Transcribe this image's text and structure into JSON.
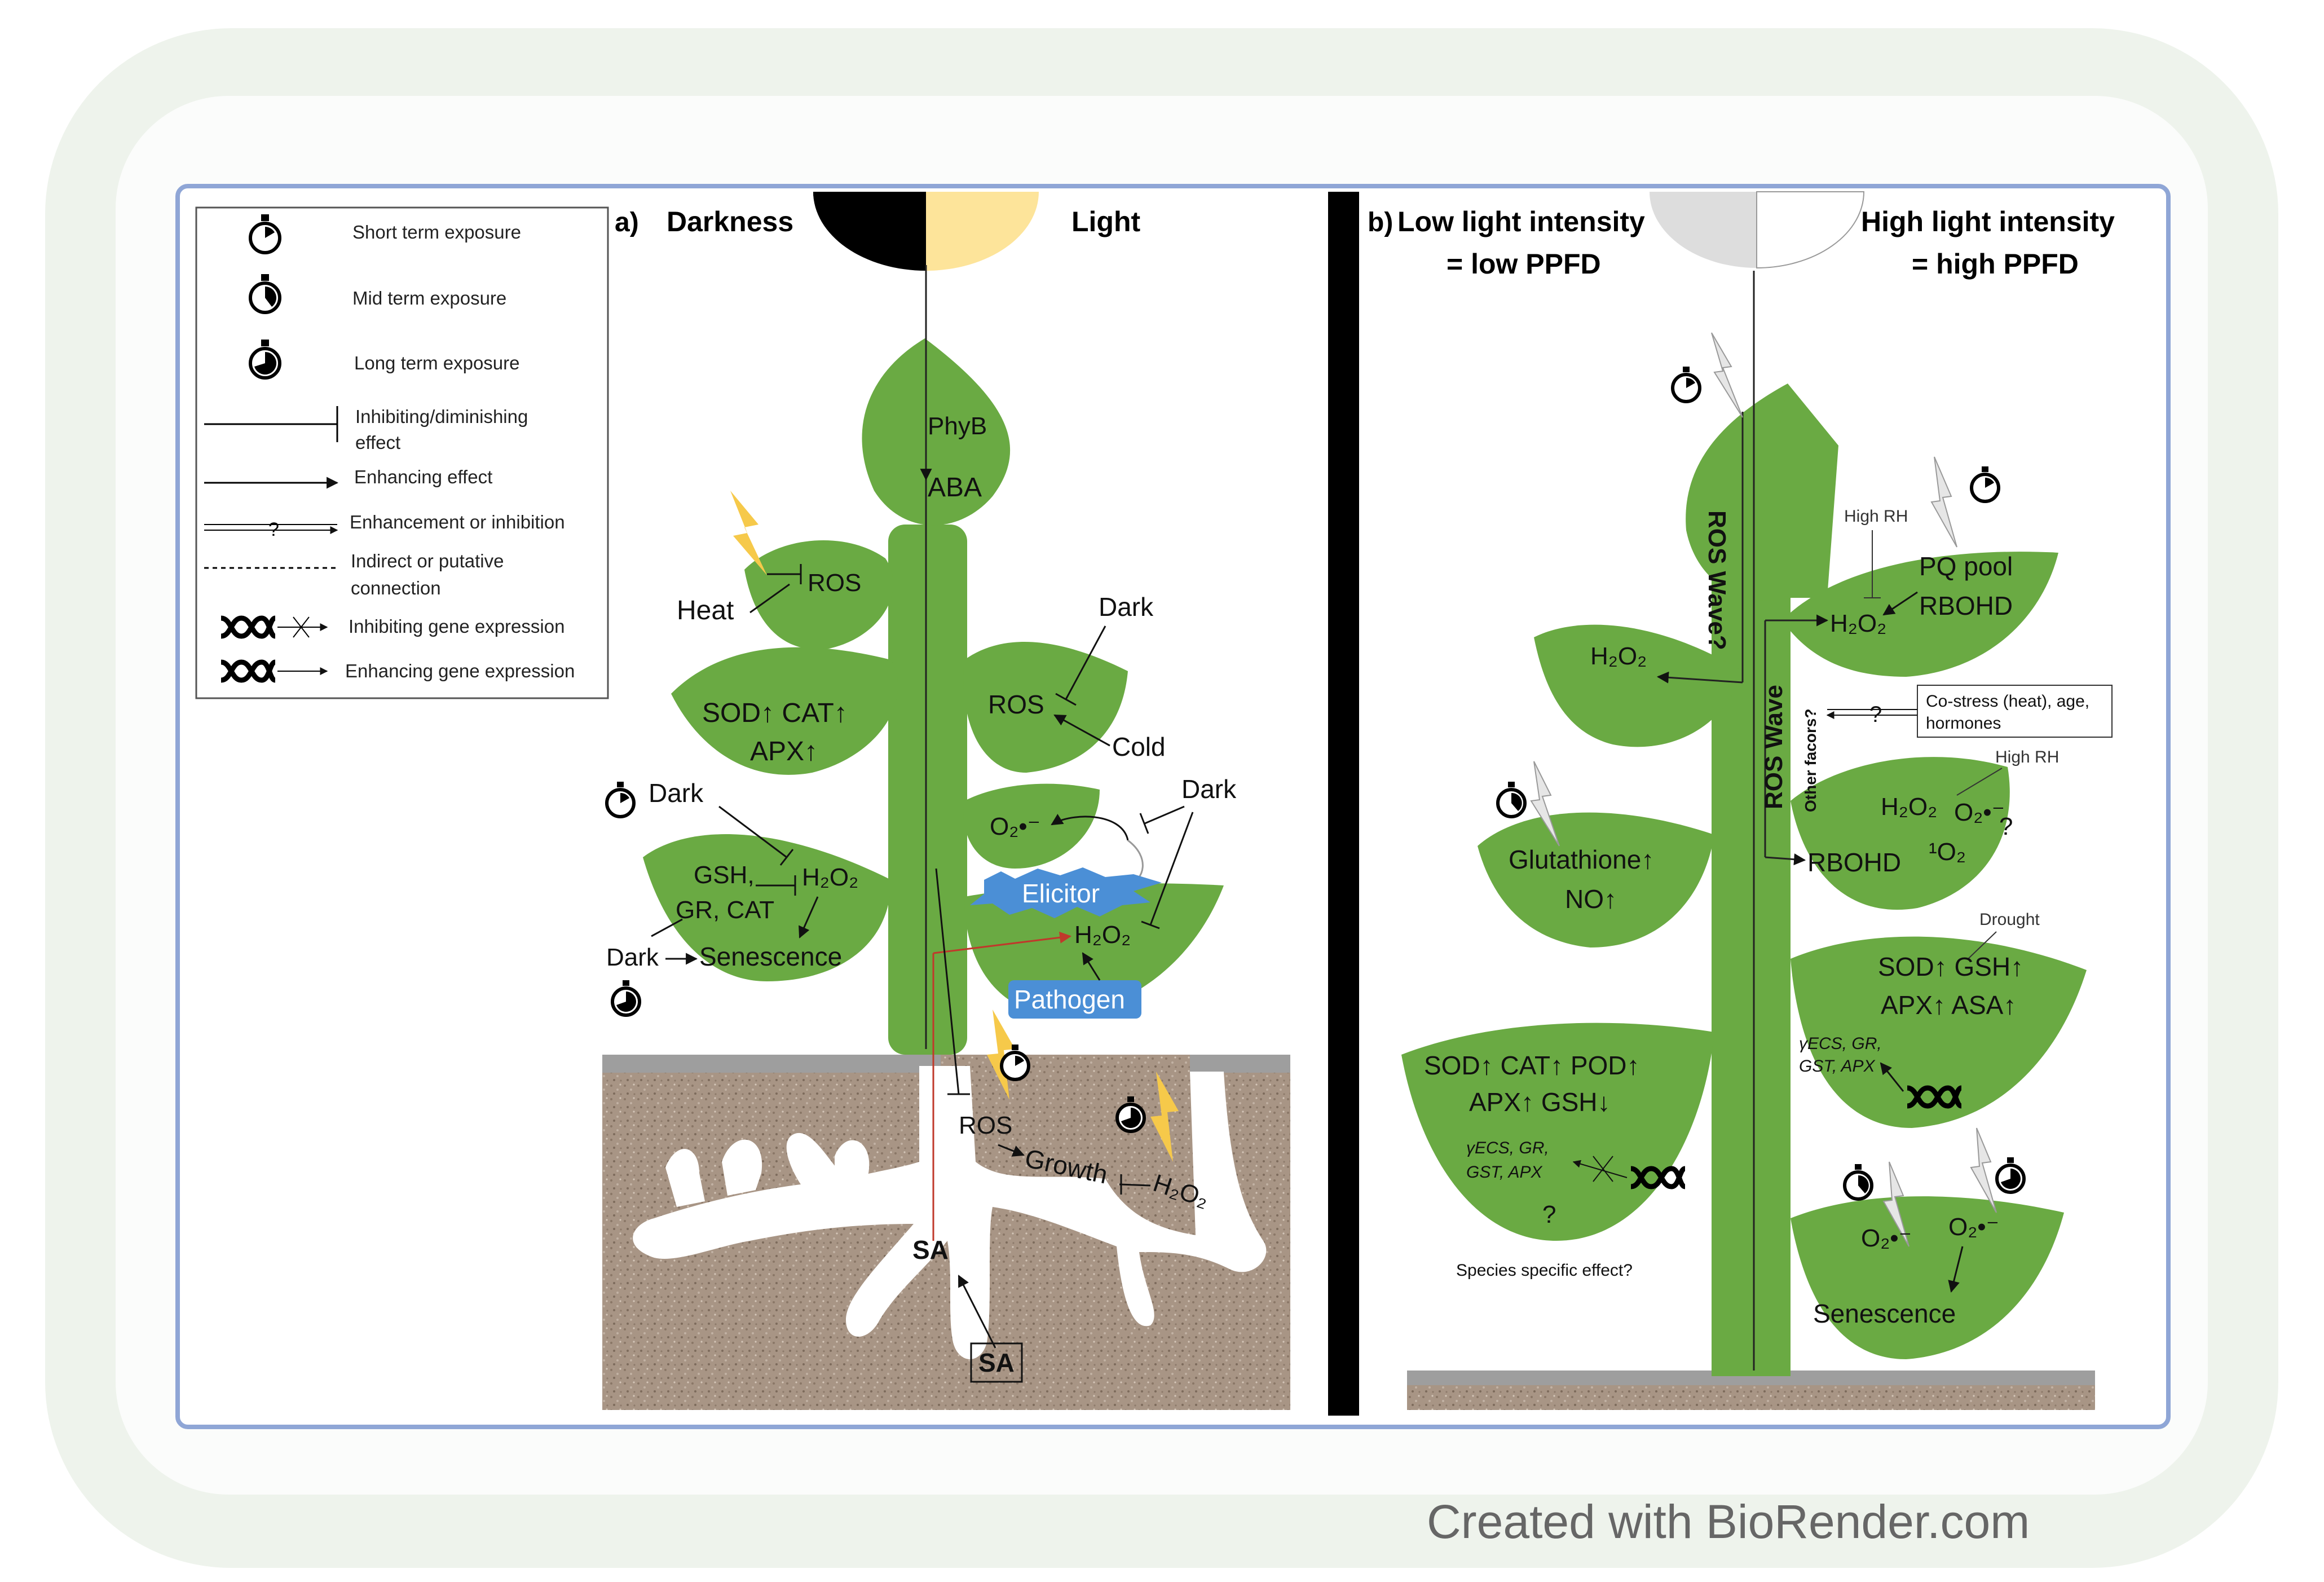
{
  "legend": {
    "items": [
      {
        "icon": "stopwatch-short-icon",
        "label": "Short term exposure"
      },
      {
        "icon": "stopwatch-mid-icon",
        "label": "Mid term exposure"
      },
      {
        "icon": "stopwatch-long-icon",
        "label": "Long term exposure"
      },
      {
        "icon": "inhibit-line-icon",
        "label": "Inhibiting/diminishing",
        "label2": "effect"
      },
      {
        "icon": "arrow-line-icon",
        "label": "Enhancing effect"
      },
      {
        "icon": "question-line-icon",
        "label": "Enhancement or inhibition"
      },
      {
        "icon": "dashed-line-icon",
        "label": "Indirect or putative",
        "label2": "connection"
      },
      {
        "icon": "dna-inhibit-icon",
        "label": "Inhibiting gene expression"
      },
      {
        "icon": "dna-enhance-icon",
        "label": "Enhancing gene expression"
      }
    ]
  },
  "panel_a": {
    "label": "a)",
    "dark_title": "Darkness",
    "light_title": "Light",
    "labels": {
      "phyb": "PhyB",
      "aba": "ABA",
      "ros_top": "ROS",
      "heat": "Heat",
      "dark_upper": "Dark",
      "sod_cat": "SOD↑ CAT↑",
      "apx": "APX↑",
      "ros_mid": "ROS",
      "cold": "Cold",
      "dark_mid": "Dark",
      "superoxide": "O₂•⁻",
      "dark_left": "Dark",
      "gsh": "GSH,",
      "h2o2_left": "H₂O₂",
      "gr_cat": "GR, CAT",
      "dark_low": "Dark",
      "senescence": "Senescence",
      "elicitor": "Elicitor",
      "h2o2_right": "H₂O₂",
      "pathogen": "Pathogen",
      "ros_root": "ROS",
      "growth": "Growth",
      "h2o2_root": "H₂O₂",
      "sa_root": "SA",
      "sa_box": "SA"
    }
  },
  "panel_b": {
    "label": "b)",
    "low_title_1": "Low light intensity",
    "low_title_2": "= low PPFD",
    "high_title_1": "High light intensity",
    "high_title_2": "= high PPFD",
    "labels": {
      "ros_wave_top": "ROS Wave?",
      "h2o2_top_left": "H₂O₂",
      "high_rh_1": "High RH",
      "pq_pool": "PQ pool",
      "h2o2_top_right": "H₂O₂",
      "rbohd_top": "RBOHD",
      "ros_wave_mid": "ROS Wave",
      "other_factors": "Other facors?",
      "costress_1": "Co-stress (heat), age,",
      "costress_2": "hormones",
      "question": "?",
      "high_rh_2": "High RH",
      "h2o2_mid": "H₂O₂",
      "superoxide_mid": "O₂•⁻",
      "q_mid": "?",
      "singlet": "¹O₂",
      "glutathione": "Glutathione↑",
      "no": "NO↑",
      "rbohd_mid": "RBOHD",
      "drought": "Drought",
      "sod_gsh": "SOD↑ GSH↑",
      "apx_asa": "APX↑ ASA↑",
      "genes_right_1": "γECS, GR,",
      "genes_right_2": "GST, APX",
      "sod_cat_pod": "SOD↑ CAT↑ POD↑",
      "apx_gsh": "APX↑ GSH↓",
      "genes_left_1": "γECS, GR,",
      "genes_left_2": "GST, APX",
      "q_left": "?",
      "species": "Species specific effect?",
      "superoxide_low1": "O₂•⁻",
      "superoxide_low2": "O₂•⁻",
      "senescence": "Senescence"
    }
  },
  "credit": "Created with BioRender.com",
  "colors": {
    "leaf": "#6aaa43",
    "sun": "#fde49a",
    "soil": "#a89585",
    "elicitor": "#4b8fd6",
    "frame": "#8fa6d6"
  }
}
